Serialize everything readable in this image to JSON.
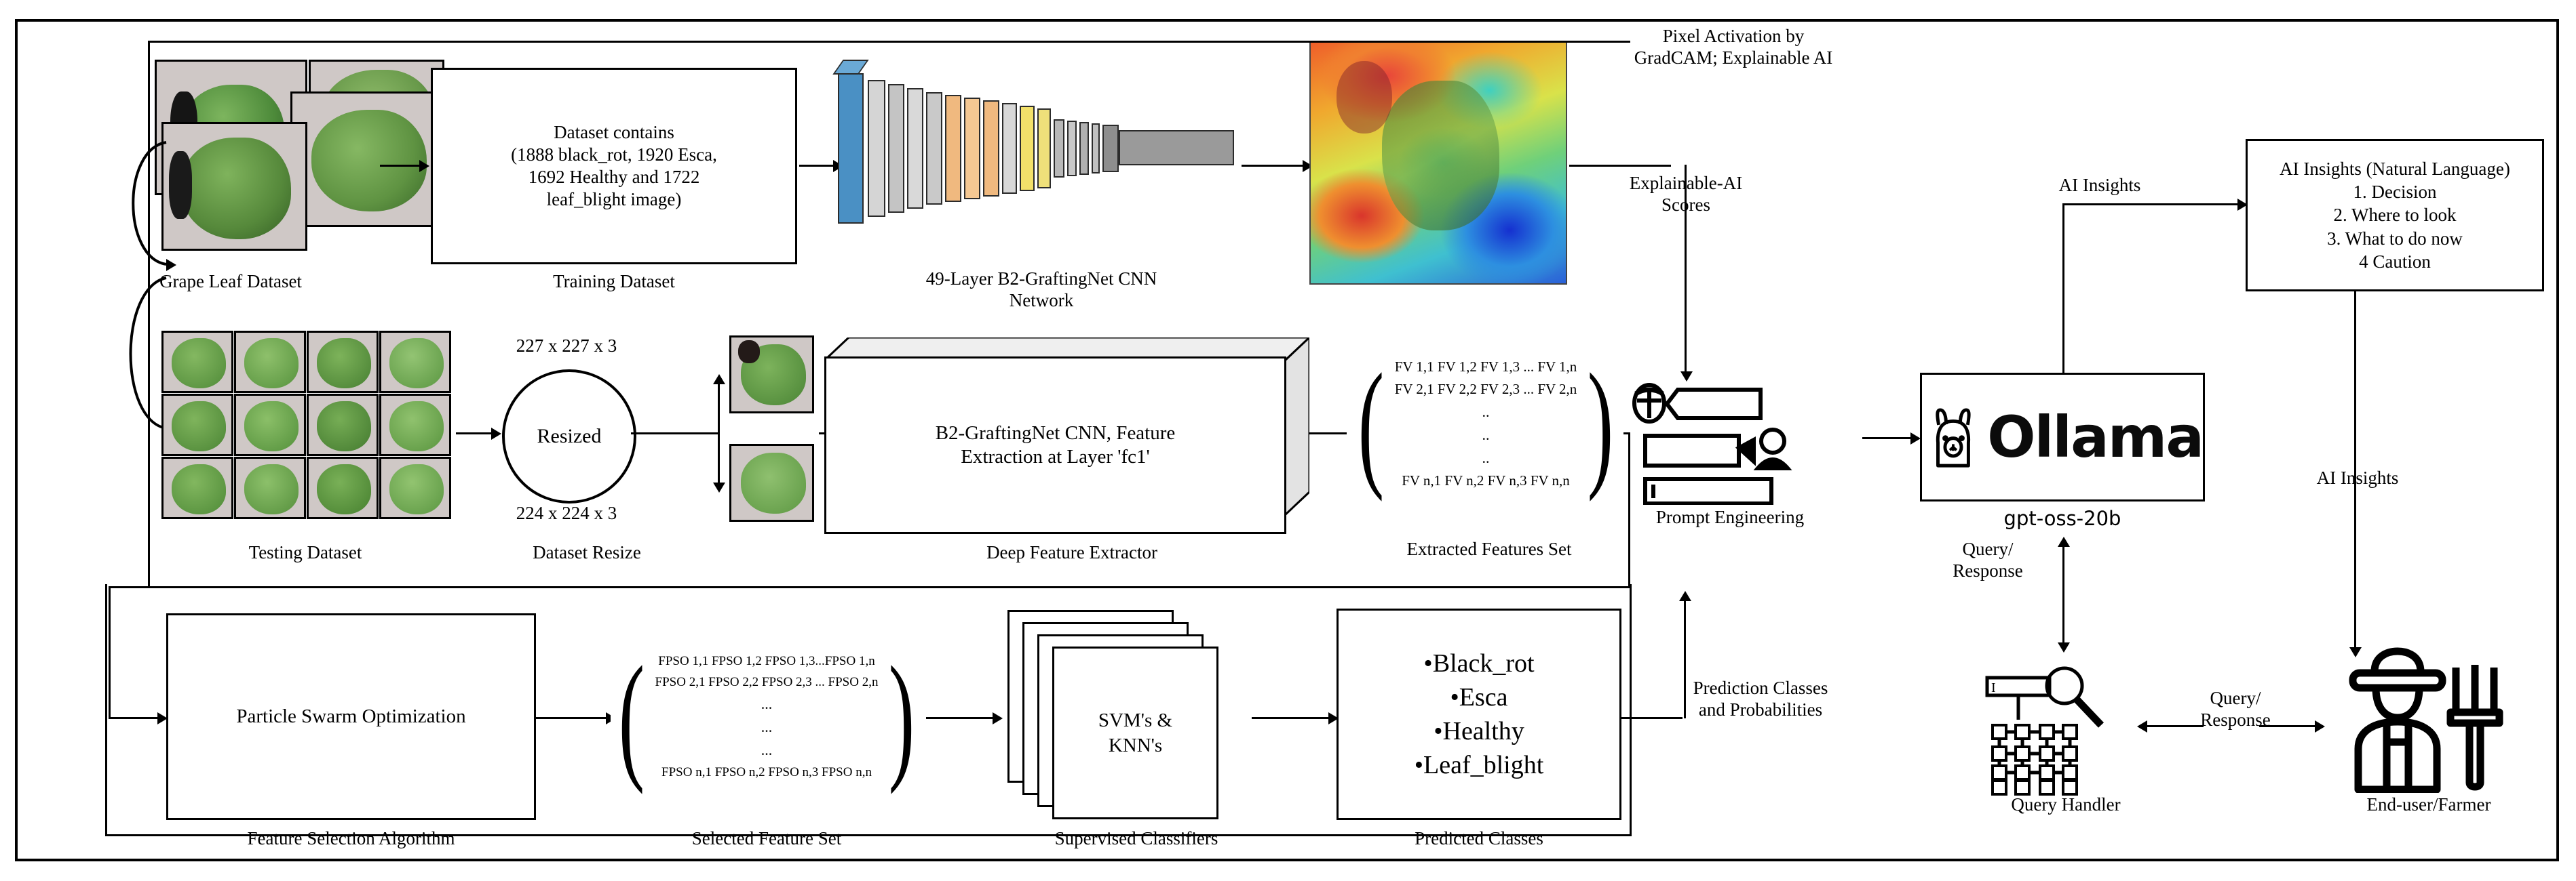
{
  "figure": {
    "title": "Grape leaf disease diagnosis pipeline with explainable AI and LLM insights"
  },
  "stage1": {
    "dataset_caption": "Grape Leaf Dataset",
    "training_box": {
      "lines": [
        "Dataset contains",
        "(1888 black_rot, 1920 Esca,",
        "1692 Healthy and 1722",
        "leaf_blight image)"
      ],
      "caption": "Training Dataset"
    },
    "cnn_caption_line1": "49-Layer B2-GraftingNet CNN",
    "cnn_caption_line2": "Network",
    "gradcam_title_line1": "Pixel Activation by",
    "gradcam_title_line2": "GradCAM; Explainable AI",
    "xai_score_line1": "Explainable-AI",
    "xai_score_line2": "Scores"
  },
  "stage2": {
    "testing_caption": "Testing Dataset",
    "resize_top": "227 x 227 x 3",
    "resize_circle": "Resized",
    "resize_bottom": "224 x 224 x 3",
    "resize_caption": "Dataset Resize",
    "extractor_line1": "B2-GraftingNet CNN, Feature",
    "extractor_line2": "Extraction at Layer 'fc1'",
    "extractor_caption": "Deep Feature Extractor",
    "features_caption": "Extracted Features Set",
    "features_matrix": [
      "FV 1,1  FV 1,2  FV 1,3  ...  FV 1,n",
      "FV 2,1  FV 2,2  FV 2,3  ...  FV 2,n",
      "..",
      "..",
      "..",
      "FV n,1  FV n,2  FV n,3      FV n,n"
    ]
  },
  "stage3": {
    "pso_label": "Particle Swarm Optimization",
    "pso_caption": "Feature Selection Algorithm",
    "selected_caption": "Selected Feature Set",
    "selected_matrix": [
      "FPSO 1,1 FPSO 1,2 FPSO 1,3...FPSO 1,n",
      "FPSO 2,1 FPSO 2,2 FPSO 2,3 ... FPSO 2,n",
      "...",
      "...",
      "...",
      "FPSO n,1 FPSO n,2 FPSO n,3    FPSO n,n"
    ],
    "classifier_line1": "SVM's &",
    "classifier_line2": "KNN's",
    "classifier_caption": "Supervised Classifiers",
    "predicted_caption": "Predicted Classes",
    "predicted_classes": [
      "Black_rot",
      "Esca",
      "Healthy",
      "Leaf_blight"
    ],
    "prediction_label_line1": "Prediction Classes",
    "prediction_label_line2": "and Probabilities"
  },
  "stage4": {
    "prompt_caption": "Prompt Engineering",
    "ollama_word": "Ollama",
    "ollama_model": "gpt-oss-20b",
    "insights_label_top": "AI Insights",
    "insights_label_right": "AI Insights",
    "insights_box": {
      "title": "AI Insights (Natural Language)",
      "items": [
        "1. Decision",
        "2. Where to look",
        "3. What to do now",
        "4 Caution"
      ]
    },
    "query_response_left_line1": "Query/",
    "query_response_left_line2": "Response",
    "query_response_right_line1": "Query/",
    "query_response_right_line2": "Response",
    "query_handler_caption": "Query Handler",
    "end_user_caption": "End-user/Farmer"
  },
  "colors": {
    "stroke": "#000000",
    "cnn_blue": "#4a90c4",
    "cnn_gray": "#c9c9c9",
    "cnn_orange": "#f5c08a",
    "cnn_yellow": "#f2e06a",
    "cnn_darkgray": "#8a8a8a",
    "leaf_green": "#5d9b46",
    "tile_bg": "#cfc8c6",
    "heat_red": "#d81515",
    "heat_blue": "#1028c8"
  }
}
